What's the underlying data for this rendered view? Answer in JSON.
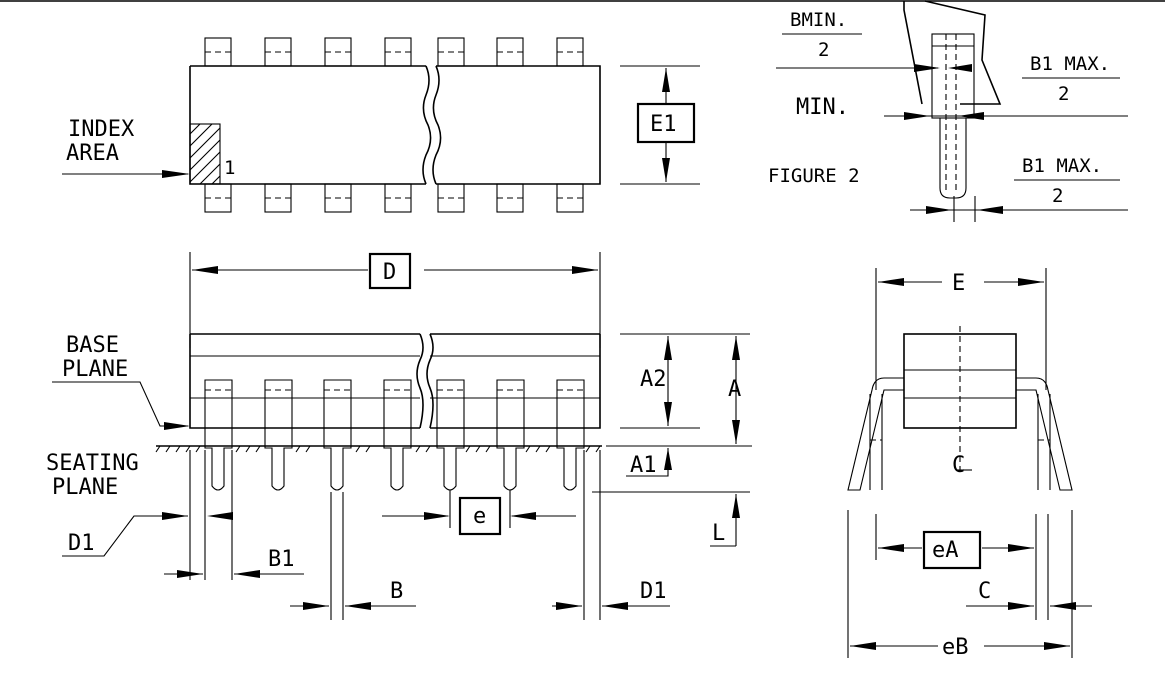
{
  "labels": {
    "index_area_1": "INDEX",
    "index_area_2": "AREA",
    "pin_one": "1",
    "e1": "E1",
    "bmin": "BMIN.",
    "bmin_den": "2",
    "b1max_top": "B1 MAX.",
    "b1max_top_den": "2",
    "min": "MIN.",
    "figure": "FIGURE 2",
    "b1max_bot": "B1 MAX.",
    "b1max_bot_den": "2",
    "d": "D",
    "e": "E",
    "base_plane_1": "BASE",
    "base_plane_2": "PLANE",
    "seating_plane_1": "SEATING",
    "seating_plane_2": "PLANE",
    "a2": "A2",
    "a": "A",
    "a1": "A1",
    "pitch_e": "e",
    "l": "L",
    "d1_left": "D1",
    "b1": "B1",
    "b": "B",
    "d1_right": "D1",
    "centerline": "C",
    "ea": "eA",
    "c": "C",
    "eb": "eB"
  }
}
